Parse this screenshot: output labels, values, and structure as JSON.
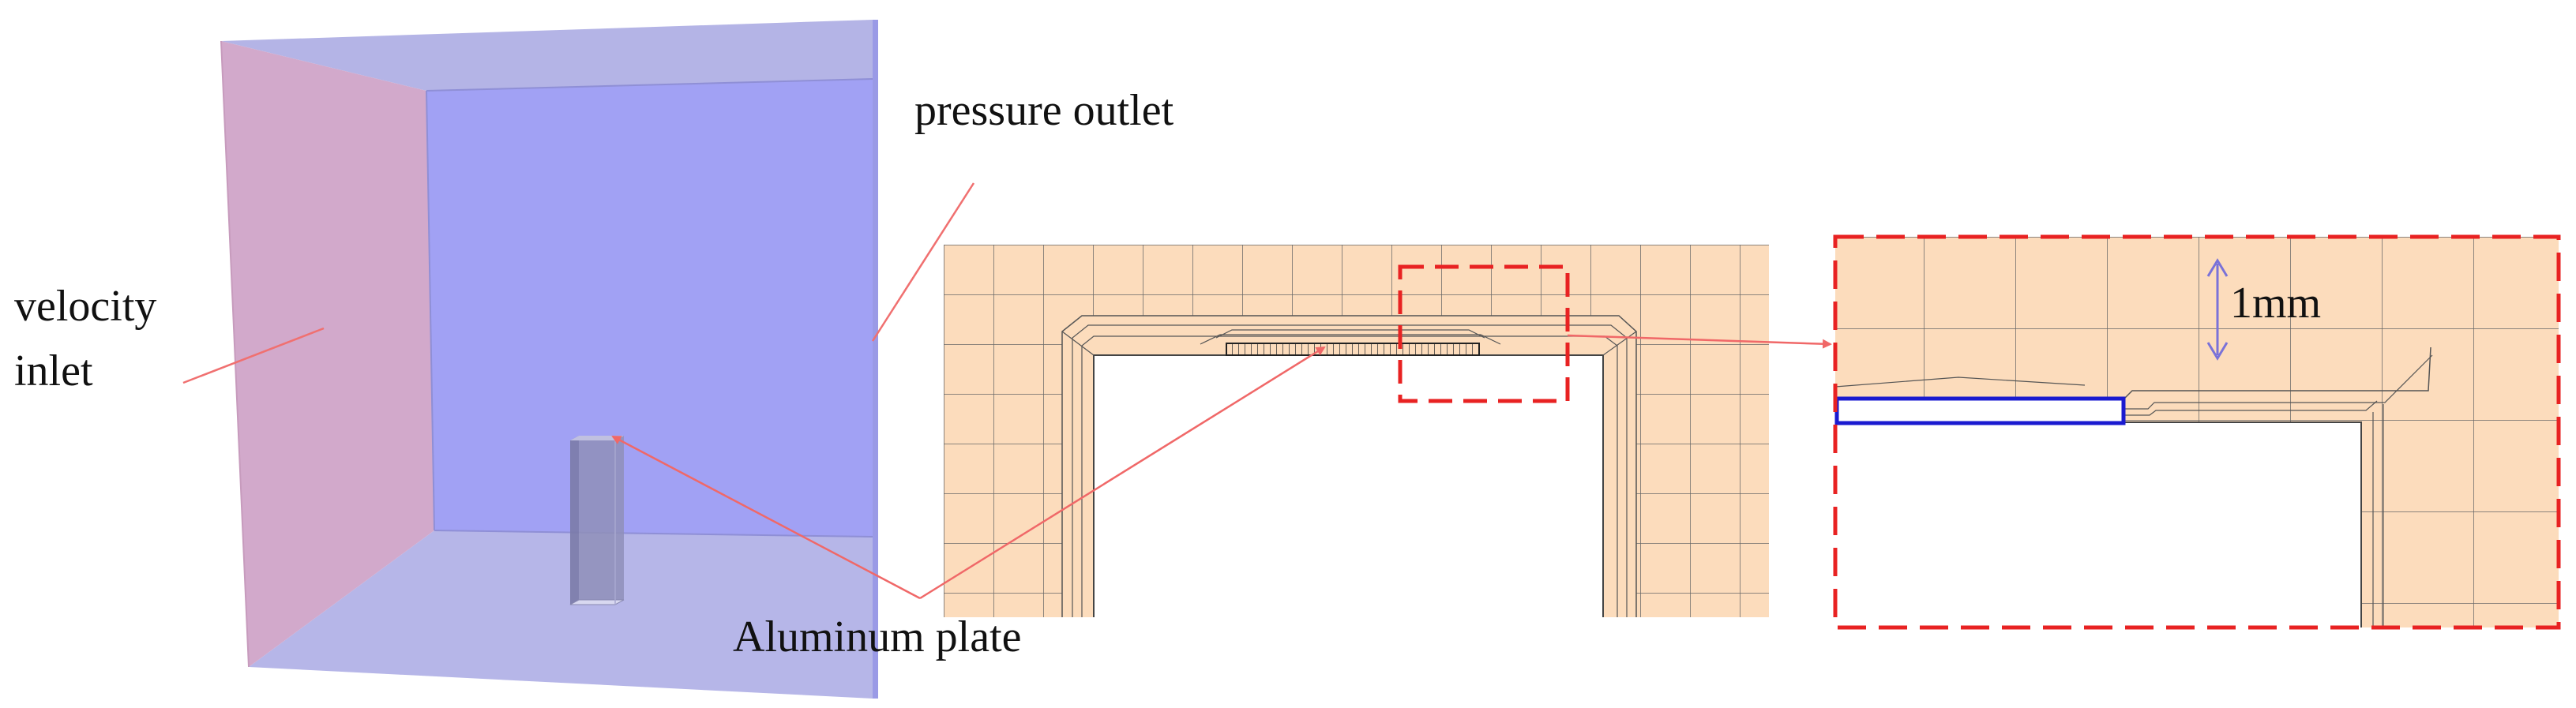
{
  "labels": {
    "velocity_inlet_line1": "velocity",
    "velocity_inlet_line2": "inlet",
    "pressure_outlet": "pressure outlet",
    "aluminum_plate": "Aluminum plate",
    "dimension": "1mm"
  },
  "colors": {
    "left_wall": "#d2a9cb",
    "back_wall": "#a1a1f4",
    "top_face": "#b4b4e6",
    "floor_face": "#b6b6e8",
    "right_edge": "#9a9ae6",
    "mesh_fill": "#fcdcbc",
    "mesh_line": "#555555",
    "pointer_line": "#f06868",
    "zoom_box": "#e82222",
    "plate_outline": "#1a1ad0",
    "dimension_arrow": "#7a72d8"
  }
}
